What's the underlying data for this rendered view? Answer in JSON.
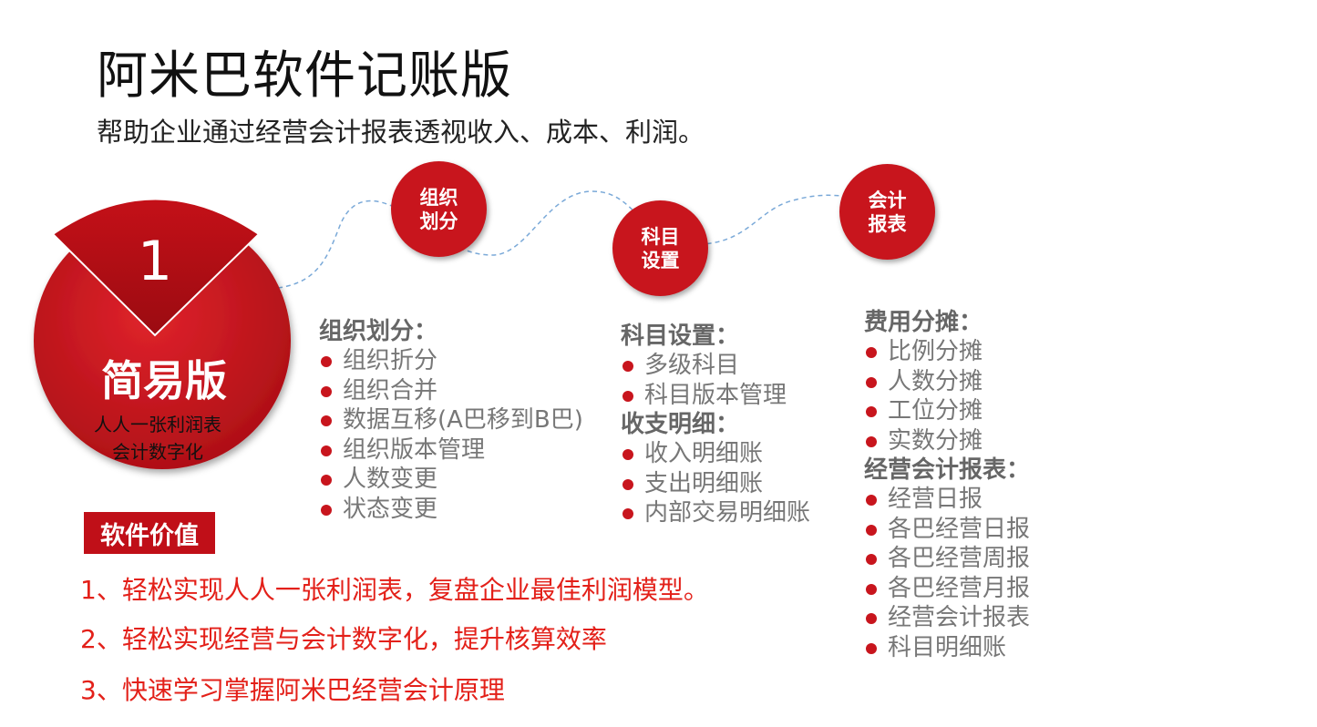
{
  "title": "阿米巴软件记账版",
  "subtitle": "帮助企业通过经营会计报表透视收入、成本、利润。",
  "badge": {
    "number": "1",
    "title": "简易版",
    "line1": "人人一张利润表",
    "line2": "会计数字化"
  },
  "steps": [
    {
      "line1": "组织",
      "line2": "划分"
    },
    {
      "line1": "科目",
      "line2": "设置"
    },
    {
      "line1": "会计",
      "line2": "报表"
    }
  ],
  "col1": {
    "heading": "组织划分：",
    "items": [
      "组织折分",
      "组织合并",
      "数据互移(A巴移到B巴)",
      "组织版本管理",
      "人数变更",
      "状态变更"
    ]
  },
  "col2": {
    "heading1": "科目设置：",
    "items1": [
      "多级科目",
      "科目版本管理"
    ],
    "heading2": "收支明细：",
    "items2": [
      "收入明细账",
      "支出明细账",
      "内部交易明细账"
    ]
  },
  "col3": {
    "heading1": "费用分摊：",
    "items1": [
      "比例分摊",
      "人数分摊",
      "工位分摊",
      "实数分摊"
    ],
    "heading2": "经营会计报表：",
    "items2": [
      "经营日报",
      "各巴经营日报",
      "各巴经营周报",
      "各巴经营月报",
      "经营会计报表",
      "科目明细账"
    ]
  },
  "value": {
    "label": "软件价值",
    "items": [
      "1、轻松实现人人一张利润表，复盘企业最佳利润模型。",
      "2、轻松实现经营与会计数字化，提升核算效率",
      "3、快速学习掌握阿米巴经营会计原理"
    ]
  },
  "colors": {
    "accent": "#c8151d",
    "benefit": "#e32019",
    "dash": "#7aa9d8"
  },
  "icons": {
    "bullet": "red-dot-icon"
  }
}
